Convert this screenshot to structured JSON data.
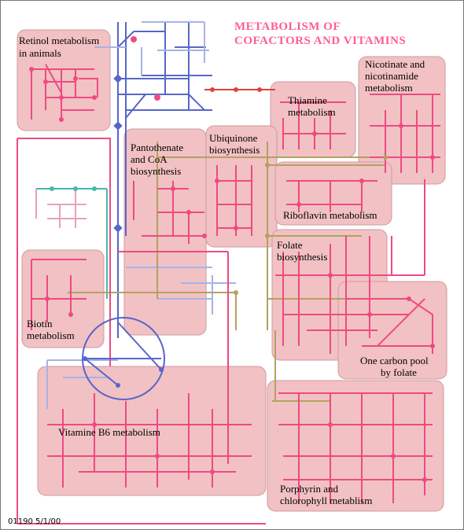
{
  "title_lines": [
    "METABOLISM  OF",
    "COFACTORS AND VITAMINS"
  ],
  "footer": "01190   5/1/00",
  "colors": {
    "region_fill": "#f2c1c4",
    "pathway_pink": "#ee4a82",
    "pathway_blue": "#5866c8",
    "pathway_lightblue": "#a6b2e8",
    "pathway_olive": "#b2a25e",
    "pathway_teal": "#44b8b0",
    "pathway_red": "#e0423a",
    "title": "#ff5c9a"
  },
  "regions": [
    {
      "id": "retinol",
      "label": [
        "Retinol metabolism",
        "in animals"
      ]
    },
    {
      "id": "nicotinate",
      "label": [
        "Nicotinate and",
        "nicotinamide",
        "metabolism"
      ]
    },
    {
      "id": "thiamine",
      "label": [
        "Thiamine",
        "metabolism"
      ]
    },
    {
      "id": "ubiquinone",
      "label": [
        "Ubiquinone",
        "biosynthesis"
      ]
    },
    {
      "id": "pantothenate",
      "label": [
        "Pantothenate",
        "and CoA",
        "biosynthesis"
      ]
    },
    {
      "id": "riboflavin",
      "label": [
        "Riboflavin metabolism"
      ]
    },
    {
      "id": "folate",
      "label": [
        "Folate",
        "biosynthesis"
      ]
    },
    {
      "id": "biotin",
      "label": [
        "Biotin",
        "metabolism"
      ]
    },
    {
      "id": "one-carbon",
      "label": [
        "One carbon pool",
        "by folate"
      ]
    },
    {
      "id": "vitamin-b6",
      "label": [
        "Vitamine B6 metabolism"
      ]
    },
    {
      "id": "porphyrin",
      "label": [
        "Porphyrin and",
        "chlorophyll metablism"
      ]
    }
  ]
}
